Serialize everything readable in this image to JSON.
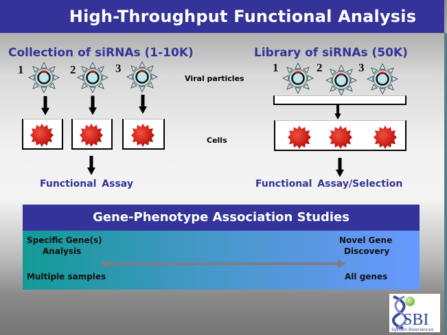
{
  "title": "High-Throughput Functional Analysis",
  "left_panel": {
    "heading": "Collection of siRNAs (1-10K)",
    "numbers": [
      "1",
      "2",
      "3"
    ],
    "assay_label": "Functional Assay"
  },
  "right_panel": {
    "heading": "Library of siRNAs (50K)",
    "numbers": [
      "1",
      "2",
      "3"
    ],
    "assay_label": "Functional Assay/Selection"
  },
  "center_labels": {
    "viral_particles": "Viral particles",
    "cells": "Cells"
  },
  "gene_phenotype": {
    "heading": "Gene-Phenotype Association Studies",
    "left_top_line1": "Specific Gene(s)",
    "left_top_line2": "Analysis",
    "left_bottom": "Multiple samples",
    "right_top_line1": "Novel Gene",
    "right_top_line2": "Discovery",
    "right_bottom": "All genes"
  },
  "logo": {
    "letters": "SBI",
    "name": "System Biosciences"
  },
  "colors": {
    "title_bar": "#333399",
    "heading_text": "#333399",
    "cell_red": "#d42a22",
    "virus_fill": "#bfe4ea",
    "gradient_start": "#129a96",
    "gradient_end": "#6699ff"
  }
}
